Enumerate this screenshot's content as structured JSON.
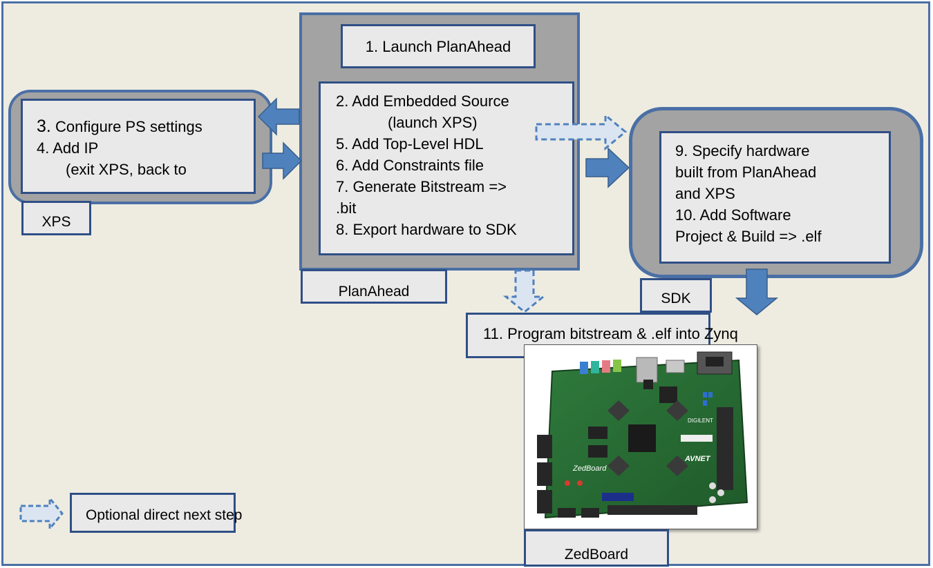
{
  "planahead": {
    "launch": "1. Launch PlanAhead",
    "steps": [
      "2. Add Embedded Source",
      "(launch XPS)",
      "5. Add Top-Level HDL",
      "6. Add Constraints file",
      "7. Generate Bitstream =>",
      ".bit",
      "8. Export hardware to SDK"
    ],
    "label": "PlanAhead"
  },
  "xps": {
    "step3_num": "3.",
    "step3_text": "Configure PS settings",
    "step4": "4. Add IP",
    "step4_note": "(exit XPS, back to",
    "label": "XPS"
  },
  "sdk": {
    "steps": [
      "9. Specify hardware",
      "built from PlanAhead",
      "and XPS",
      "10. Add Software",
      "Project & Build => .elf"
    ],
    "label": "SDK"
  },
  "program_step": "11. Program bitstream & .elf into Zynq",
  "board": {
    "label": "ZedBoard",
    "silk_digilent": "DIGILENT",
    "silk_avnet": "AVNET",
    "silk_zedboard": "ZedBoard"
  },
  "legend": {
    "text": "Optional direct next step"
  },
  "colors": {
    "frame_border": "#4a6fa5",
    "background": "#eeece1",
    "arrow_fill": "#4f81bd",
    "dashed_arrow_fill": "#dbe5f1",
    "panel_fill": "#e9e9e9",
    "outer_grey": "#a3a3a3"
  }
}
